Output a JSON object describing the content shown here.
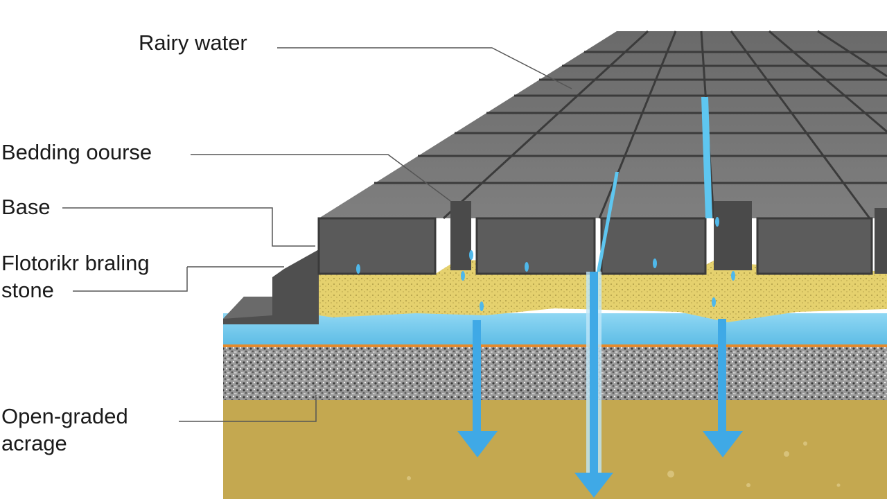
{
  "labels": {
    "rainy_water": "Rairy water",
    "bedding_course": "Bedding oourse",
    "base": "Base",
    "stone_line1": "Flotorikr braling",
    "stone_line2": "stone",
    "open_graded_line1": "Open-graded",
    "open_graded_line2": "acrage"
  },
  "colors": {
    "paver_top": "#7b7b7b",
    "paver_side": "#555555",
    "joint": "#3a3a3a",
    "bedding_sand": "#e3cf6c",
    "water_layer": "#79cdee",
    "orange_liner": "#e58a2c",
    "gravel": "#8e8e8e",
    "subgrade": "#c4a850",
    "water_arrow": "#3fa9e6"
  }
}
